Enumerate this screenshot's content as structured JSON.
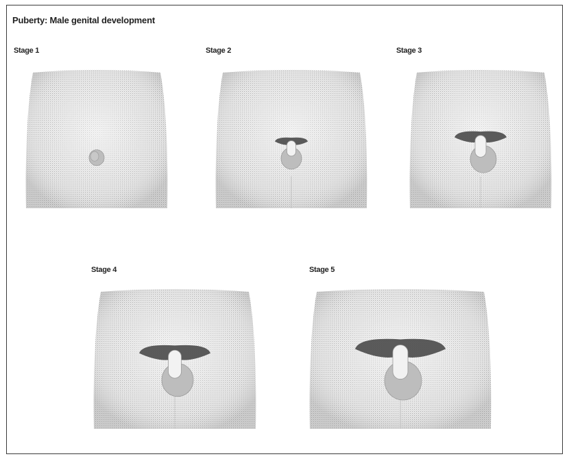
{
  "title": "Puberty: Male genital development",
  "stages": [
    {
      "label": "Stage 1",
      "hair_level": 0,
      "size_level": 0
    },
    {
      "label": "Stage 2",
      "hair_level": 1,
      "size_level": 1
    },
    {
      "label": "Stage 3",
      "hair_level": 2,
      "size_level": 2
    },
    {
      "label": "Stage 4",
      "hair_level": 3,
      "size_level": 3
    },
    {
      "label": "Stage 5",
      "hair_level": 4,
      "size_level": 4
    }
  ],
  "colors": {
    "skin": "#d4d4d4",
    "skin_light": "#ececec",
    "genital": "#bdbdbd",
    "hair": "#4a4a4a",
    "border": "#3a3a3a"
  }
}
